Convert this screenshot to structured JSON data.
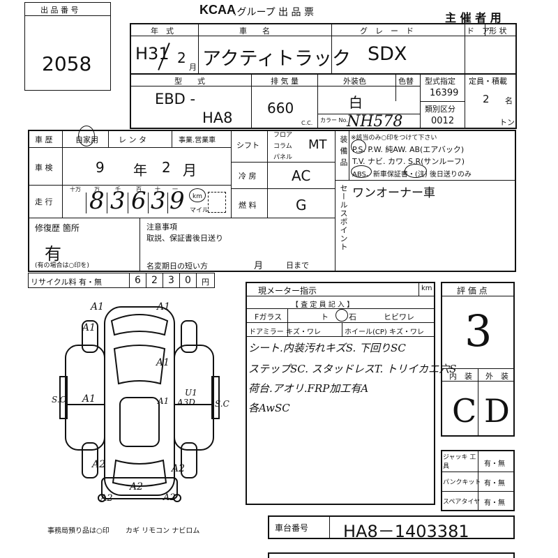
{
  "header": {
    "lot_label": "出 品 番 号",
    "lot_number": "2058",
    "org_logo": "KCAA",
    "org_title": ".グループ 出 品 票",
    "sponsor_label": "主 催 者 用"
  },
  "vehicle": {
    "year_label": "年　式",
    "year_era": "H31",
    "year_month": "2",
    "year_month_suffix": "月",
    "name_label": "車　　名",
    "name": "アクティトラック",
    "grade_label": "グ　レ　ー　ド",
    "grade": "SDX",
    "doors_label": "ド　ア",
    "shape_label": "形 状",
    "model_label": "型　　式",
    "model_prefix": "EBD -",
    "model_code": "HA8",
    "displacement_label": "排 気 量",
    "displacement": "660",
    "displacement_unit": "C.C.",
    "color_label": "外装色",
    "color": "白",
    "color_no_label": "カラー No.",
    "color_no": "NH578",
    "paint_label": "色替",
    "type_designation_label": "型式指定",
    "type_designation": "16399",
    "category_label": "類別区分",
    "category": "0012",
    "capacity_label": "定員・積載",
    "capacity": "2",
    "capacity_unit": "名",
    "load_unit": "トン"
  },
  "history": {
    "label": "車 歴",
    "options": [
      "自家用",
      "レ ン タ",
      "事業.営業車"
    ],
    "inspection_label": "車 検",
    "inspection_year": "9",
    "inspection_year_suffix": "年",
    "inspection_month": "2",
    "inspection_month_suffix": "月",
    "mileage_label": "走 行",
    "mileage_digit_labels": [
      "十万",
      "万",
      "千",
      "百",
      "十",
      "一"
    ],
    "mileage_digits": [
      "8",
      "3",
      "6",
      "3",
      "9"
    ],
    "mileage_unit_km": "km",
    "mileage_unit_mile": "マイル",
    "repair_label": "修復歴 箇所",
    "repair_value": "有",
    "repair_note": "(有の場合は○印を)",
    "recycle_label": "リサイクル料 有・無",
    "recycle_digits": [
      "6",
      "2",
      "3",
      "0"
    ],
    "recycle_unit": "円"
  },
  "specs": {
    "shift_label": "シフト",
    "shift_options": [
      "フロア",
      "コラム",
      "パネル"
    ],
    "shift_value": "MT",
    "ac_label": "冷 房",
    "ac_value": "AC",
    "fuel_label": "燃 料",
    "fuel_value": "G"
  },
  "equipment": {
    "label": "装 備 品",
    "note": "※該当のみ○印をつけて下さい",
    "line1": "P.S. P.W. 純AW. AB(エアバック)",
    "line2": "T.V. ナビ. カワ. S.R(サンルーフ)",
    "line3": "ABS、新車保証書・(注) 後日送りのみ",
    "sales_point_label": "セールスポイント",
    "sales_point": "ワンオーナー車"
  },
  "notes": {
    "label": "注意事項",
    "line1": "取説、保証書後日送り",
    "name_change_label": "名変期日の短い方",
    "month_suffix": "月",
    "day_suffix": "日まで"
  },
  "inspection": {
    "meter_label": "現メーター指示",
    "meter_unit": "km",
    "inspector_label": "【 査 定 員 記 入 】",
    "glass_label": "Fガラス",
    "glass_options": [
      "ト",
      "石",
      "ヒビワレ"
    ],
    "mirror_label": "ドアミラー キズ・ワレ",
    "wheel_label": "ホイール(CP) キズ・ワレ",
    "comments": [
      "シート.内装汚れキズS. 下回りSC",
      "ステップSC. スタッドレスT. トリイカエ穴S",
      "荷台.アオリ.FRP加工有A",
      "各AwSC"
    ]
  },
  "rating": {
    "label": "評 価 点",
    "score": "3",
    "interior_label": "内　装",
    "exterior_label": "外　装",
    "interior": "C",
    "exterior": "D"
  },
  "accessories": {
    "jack_label": "ジャッキ 工　具",
    "puncture_label": "パンクキット",
    "spare_label": "スペアタイヤ",
    "yes_no": "有・無"
  },
  "diagram": {
    "marks": [
      "A1",
      "A1",
      "A1",
      "A1",
      "A1",
      "A1",
      "A3D",
      "U1",
      "S.C",
      "S.C",
      "A2",
      "A2",
      "A2",
      "A2",
      "A2"
    ],
    "office_note": "事務局預り品は○印",
    "office_items": "カギ リモコン ナビロム"
  },
  "chassis": {
    "label": "車台番号",
    "number": "HA8－1403381"
  }
}
